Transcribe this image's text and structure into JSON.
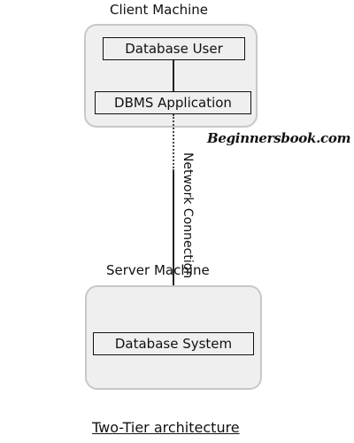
{
  "client_machine": {
    "title": "Client Machine",
    "nodes": [
      "Database User",
      "DBMS Application"
    ]
  },
  "connection_label": "Network Connection",
  "server_machine": {
    "title": "Server Machine",
    "nodes": [
      "Database System"
    ]
  },
  "watermark": "Beginnersbook.com",
  "caption": "Two-Tier architecture",
  "colors": {
    "machine_fill": "#efefef",
    "machine_border": "#c8c8c8",
    "line": "#222222"
  }
}
